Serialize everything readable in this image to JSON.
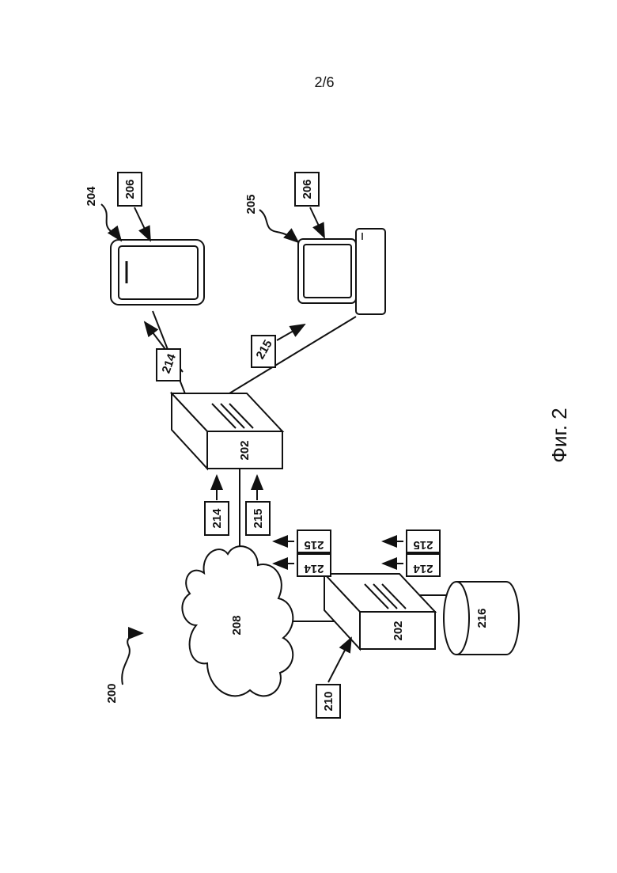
{
  "page": {
    "number": "2/6"
  },
  "figure": {
    "caption": "Фиг. 2"
  },
  "labels": {
    "system": "200",
    "server": "202",
    "mobile_device": "204",
    "desktop_device": "205",
    "display": "206",
    "network": "208",
    "source": "210",
    "message_a": "214",
    "message_b": "215",
    "database": "216"
  },
  "icons": [
    "tablet-icon",
    "desktop-computer-icon",
    "server-icon",
    "cloud-icon",
    "database-cylinder-icon",
    "arrow-icon"
  ]
}
